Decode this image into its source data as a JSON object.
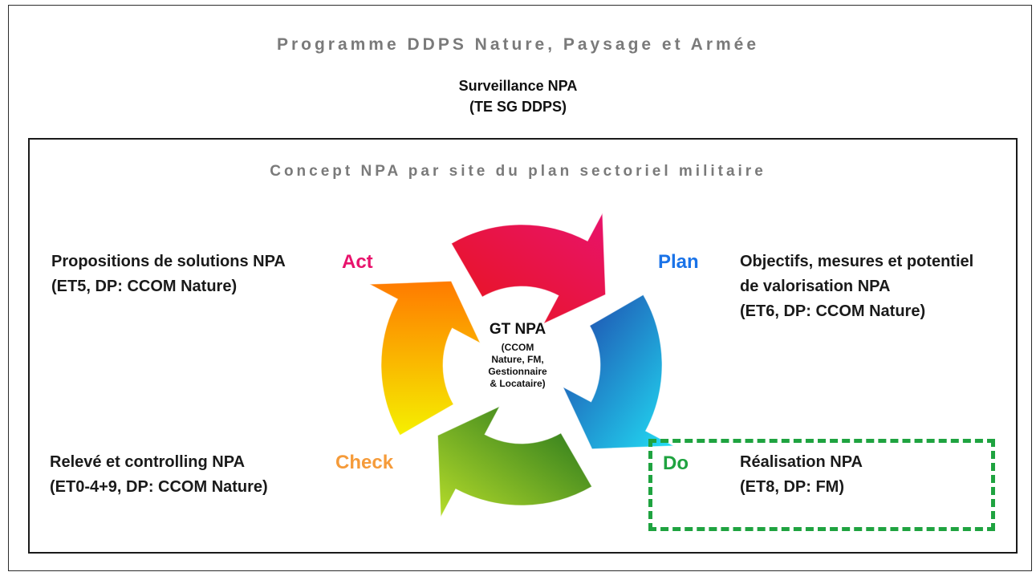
{
  "header": {
    "title": "Programme DDPS Nature, Paysage et Armée",
    "subtitle_line1": "Surveillance NPA",
    "subtitle_line2": "(TE SG DDPS)"
  },
  "concept": {
    "title": "Concept NPA par site du plan sectoriel militaire"
  },
  "cycle": {
    "center_title": "GT NPA",
    "center_sub": "(CCOM\nNature, FM,\nGestionnaire\n& Locataire)",
    "phases": {
      "act": "Act",
      "plan": "Plan",
      "do": "Do",
      "check": "Check"
    },
    "colors": {
      "act": "#e8136c",
      "plan": "#1a73e8",
      "do": "#1fa340",
      "check": "#f59b3a"
    }
  },
  "blocks": {
    "act": {
      "line1": "Propositions de solutions NPA",
      "line2": "(ET5, DP: CCOM Nature)"
    },
    "plan": {
      "line1": "Objectifs, mesures et potentiel",
      "line2": "de valorisation NPA",
      "line3": "(ET6, DP: CCOM Nature)"
    },
    "do": {
      "line1": "Réalisation NPA",
      "line2": "(ET8, DP: FM)"
    },
    "check": {
      "line1": "Relevé et controlling NPA",
      "line2": "(ET0-4+9, DP: CCOM Nature)"
    }
  }
}
